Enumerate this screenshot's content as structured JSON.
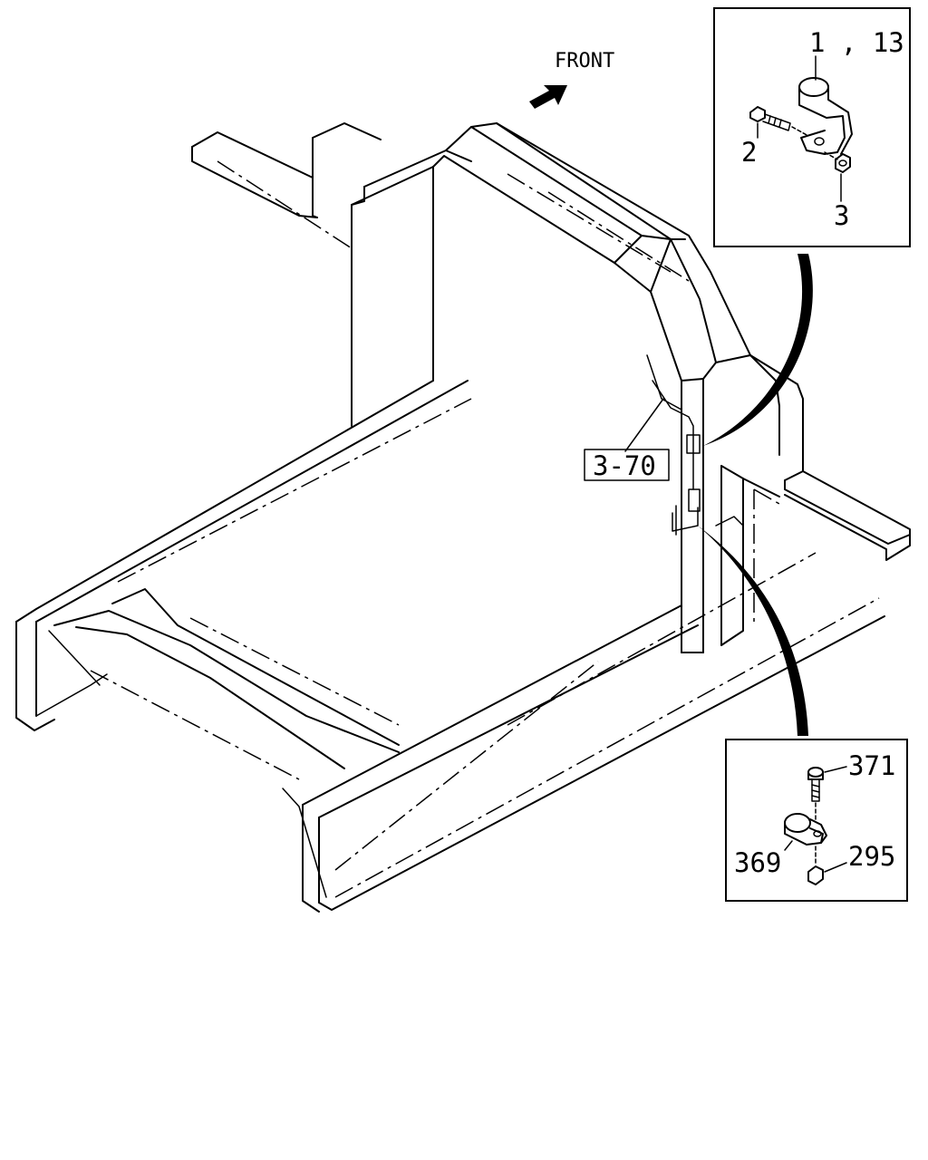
{
  "direction": {
    "label": "FRONT"
  },
  "reference": {
    "label": "3-70"
  },
  "upper_inset": {
    "labels": {
      "clamp": "1 , 13",
      "bolt": "2",
      "nut": "3"
    }
  },
  "lower_inset": {
    "labels": {
      "bolt": "371",
      "clip": "369",
      "nut": "295"
    }
  }
}
